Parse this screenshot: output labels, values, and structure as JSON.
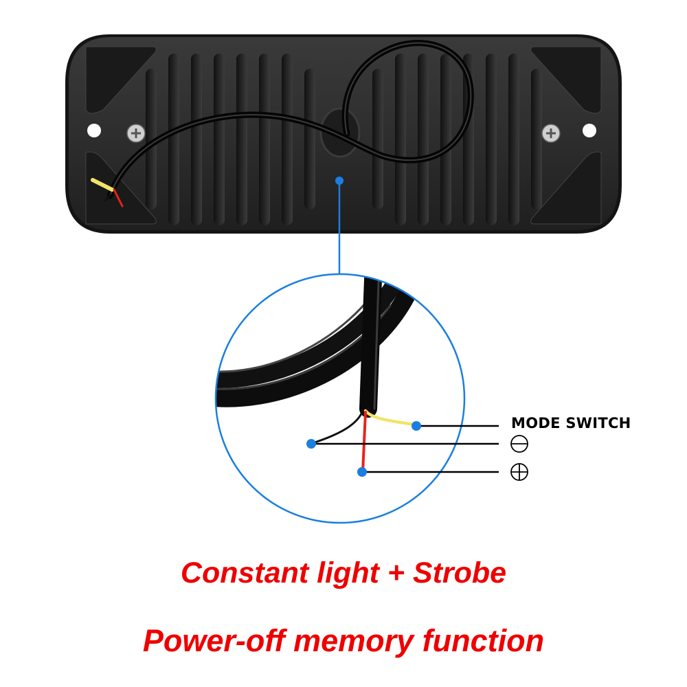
{
  "diagram": {
    "product": "LED strobe light housing (rear view)",
    "wires": [
      {
        "id": "yellow",
        "color": "#f2e36b",
        "label": "MODE SWITCH"
      },
      {
        "id": "black",
        "color": "#111111",
        "label": "⊖",
        "meaning": "negative"
      },
      {
        "id": "red",
        "color": "#e8231b",
        "label": "⊕",
        "meaning": "positive"
      }
    ],
    "labels": {
      "mode_switch": "MODE SWITCH",
      "negative": "⊖",
      "positive": "⊕"
    },
    "captions": {
      "line1": "Constant light + Strobe",
      "line2": "Power-off memory function"
    },
    "colors": {
      "callout_blue": "#1a7fe0",
      "caption_red": "#ee0000",
      "housing": "#2b2b2b",
      "housing_edge": "#141414"
    }
  }
}
